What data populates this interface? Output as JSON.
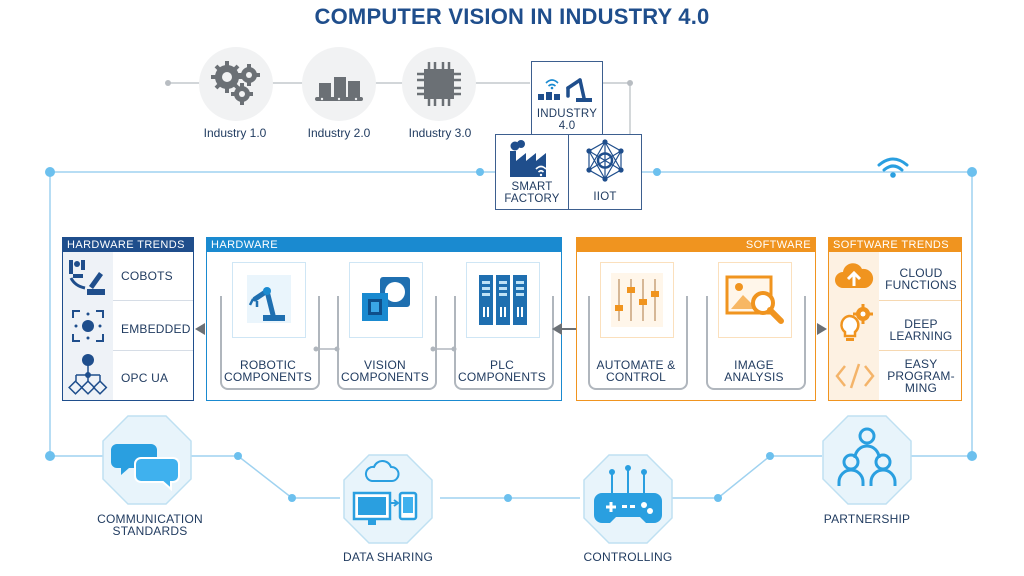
{
  "title": "COMPUTER VISION IN INDUSTRY 4.0",
  "timeline": [
    {
      "label": "Industry 1.0",
      "icon": "gears-icon"
    },
    {
      "label": "Industry 2.0",
      "icon": "assembly-line-icon"
    },
    {
      "label": "Industry 3.0",
      "icon": "chip-icon"
    },
    {
      "label_line1": "INDUSTRY",
      "label_line2": "4.0",
      "icon": "robot-arm-icon"
    }
  ],
  "pillars": [
    {
      "label_line1": "SMART",
      "label_line2": "FACTORY",
      "icon": "factory-icon"
    },
    {
      "label": "IIOT",
      "icon": "network-icon"
    }
  ],
  "hardware_trends": {
    "header": "HARDWARE TRENDS",
    "items": [
      {
        "label": "COBOTS",
        "icon": "cobot-icon"
      },
      {
        "label": "EMBEDDED",
        "icon": "embedded-icon"
      },
      {
        "label": "OPC UA",
        "icon": "hierarchy-icon"
      }
    ]
  },
  "hardware": {
    "header": "HARDWARE",
    "items": [
      {
        "line1": "ROBOTIC",
        "line2": "COMPONENTS",
        "icon": "robot-arm-icon"
      },
      {
        "line1": "VISION",
        "line2": "COMPONENTS",
        "icon": "camera-icon"
      },
      {
        "line1": "PLC",
        "line2": "COMPONENTS",
        "icon": "plc-icon"
      }
    ]
  },
  "software": {
    "header": "SOFTWARE",
    "items": [
      {
        "line1": "AUTOMATE &",
        "line2": "CONTROL",
        "icon": "sliders-icon"
      },
      {
        "line1": "IMAGE",
        "line2": "ANALYSIS",
        "icon": "image-search-icon"
      }
    ]
  },
  "software_trends": {
    "header": "SOFTWARE TRENDS",
    "items": [
      {
        "line1": "CLOUD",
        "line2": "FUNCTIONS",
        "line3": "",
        "icon": "cloud-upload-icon"
      },
      {
        "line1": "DEEP",
        "line2": "LEARNING",
        "line3": "",
        "icon": "bulb-gear-icon"
      },
      {
        "line1": "EASY",
        "line2": "PROGRAM-",
        "line3": "MING",
        "icon": "code-icon"
      }
    ]
  },
  "bottom": [
    {
      "line1": "COMMUNICATION",
      "line2": "STANDARDS",
      "icon": "chat-icon"
    },
    {
      "label": "DATA SHARING",
      "icon": "data-sharing-icon"
    },
    {
      "label": "CONTROLLING",
      "icon": "controller-icon"
    },
    {
      "label": "PARTNERSHIP",
      "icon": "people-icon"
    }
  ],
  "colors": {
    "navy": "#1f4e8c",
    "blue": "#1a8ad0",
    "orange": "#f0941f",
    "light_blue": "#7ec3ea",
    "grey": "#b0b6bd"
  }
}
